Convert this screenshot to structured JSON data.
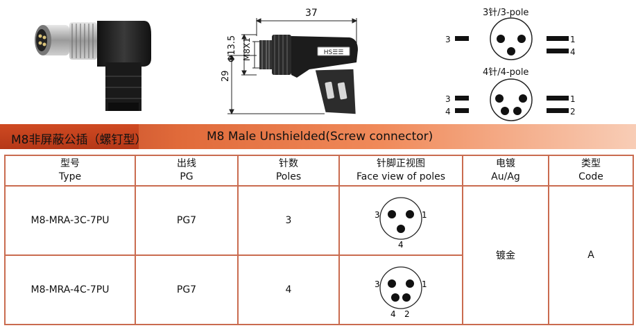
{
  "drawing": {
    "length_dim": "37",
    "dia_dim": "Φ13.5",
    "thread_dim": "M8X1",
    "height_dim": "29",
    "brand_mark": "HS☰☰"
  },
  "pin_diagrams": [
    {
      "title": "3针/3-pole",
      "pins": [
        "3",
        "1",
        "4"
      ]
    },
    {
      "title": "4针/4-pole",
      "pins": [
        "3",
        "1",
        "4",
        "2"
      ]
    }
  ],
  "banner": {
    "title_cn": "M8非屏蔽公插（螺钉型）",
    "title_en": "M8 Male Unshielded(Screw connector)"
  },
  "table": {
    "headers": [
      {
        "cn": "型号",
        "en": "Type"
      },
      {
        "cn": "出线",
        "en": "PG"
      },
      {
        "cn": "针数",
        "en": "Poles"
      },
      {
        "cn": "针脚正视图",
        "en": "Face view of poles"
      },
      {
        "cn": "电镀",
        "en": "Au/Ag"
      },
      {
        "cn": "类型",
        "en": "Code"
      }
    ],
    "rows": [
      {
        "type": "M8-MRA-3C-7PU",
        "pg": "PG7",
        "poles": "3",
        "face_pins": [
          "3",
          "1",
          "4"
        ]
      },
      {
        "type": "M8-MRA-4C-7PU",
        "pg": "PG7",
        "poles": "4",
        "face_pins": [
          "3",
          "1",
          "4",
          "2"
        ]
      }
    ],
    "plating": "镀金",
    "code": "A"
  },
  "colors": {
    "banner_dark": "#b23a1f",
    "banner_light": "#f8cdb6",
    "table_border": "#c96b4f"
  }
}
